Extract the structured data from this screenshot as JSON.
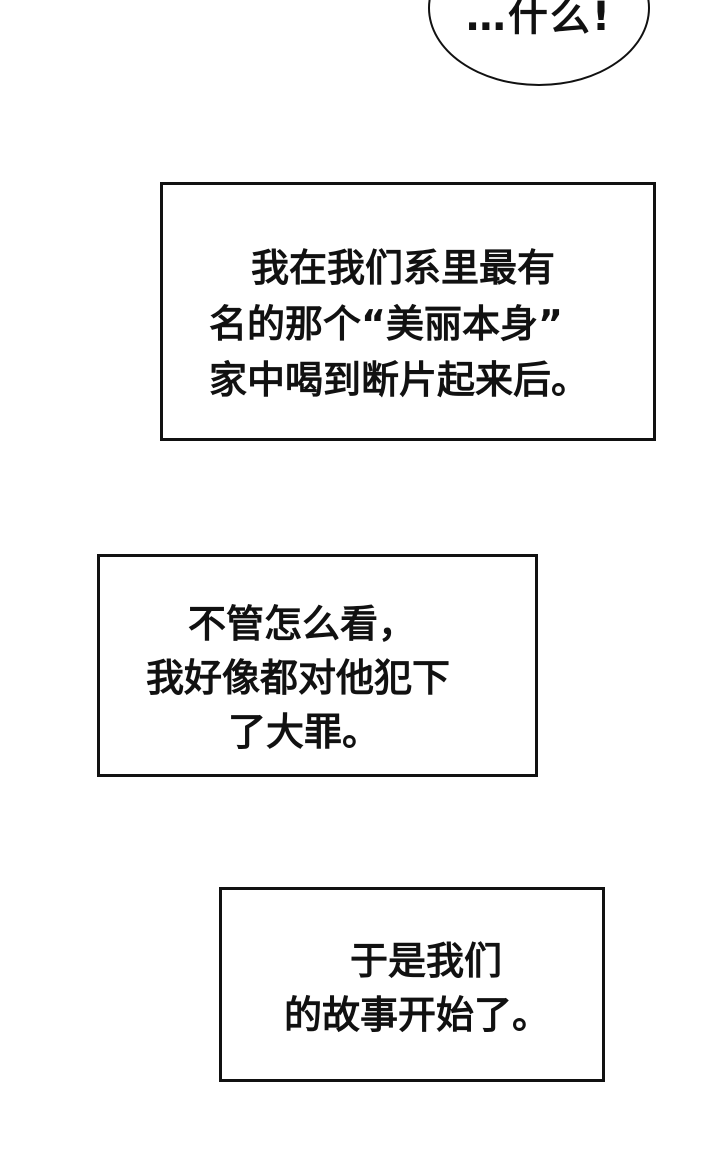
{
  "speech_bubble": {
    "text": "…什么!"
  },
  "captions": [
    {
      "lines": [
        "我在我们系里最有",
        "名的那个“美丽本身”",
        "家中喝到断片起来后。"
      ]
    },
    {
      "lines": [
        "不管怎么看，",
        "我好像都对他犯下",
        "了大罪。"
      ]
    },
    {
      "lines": [
        "于是我们",
        "的故事开始了。"
      ]
    }
  ]
}
